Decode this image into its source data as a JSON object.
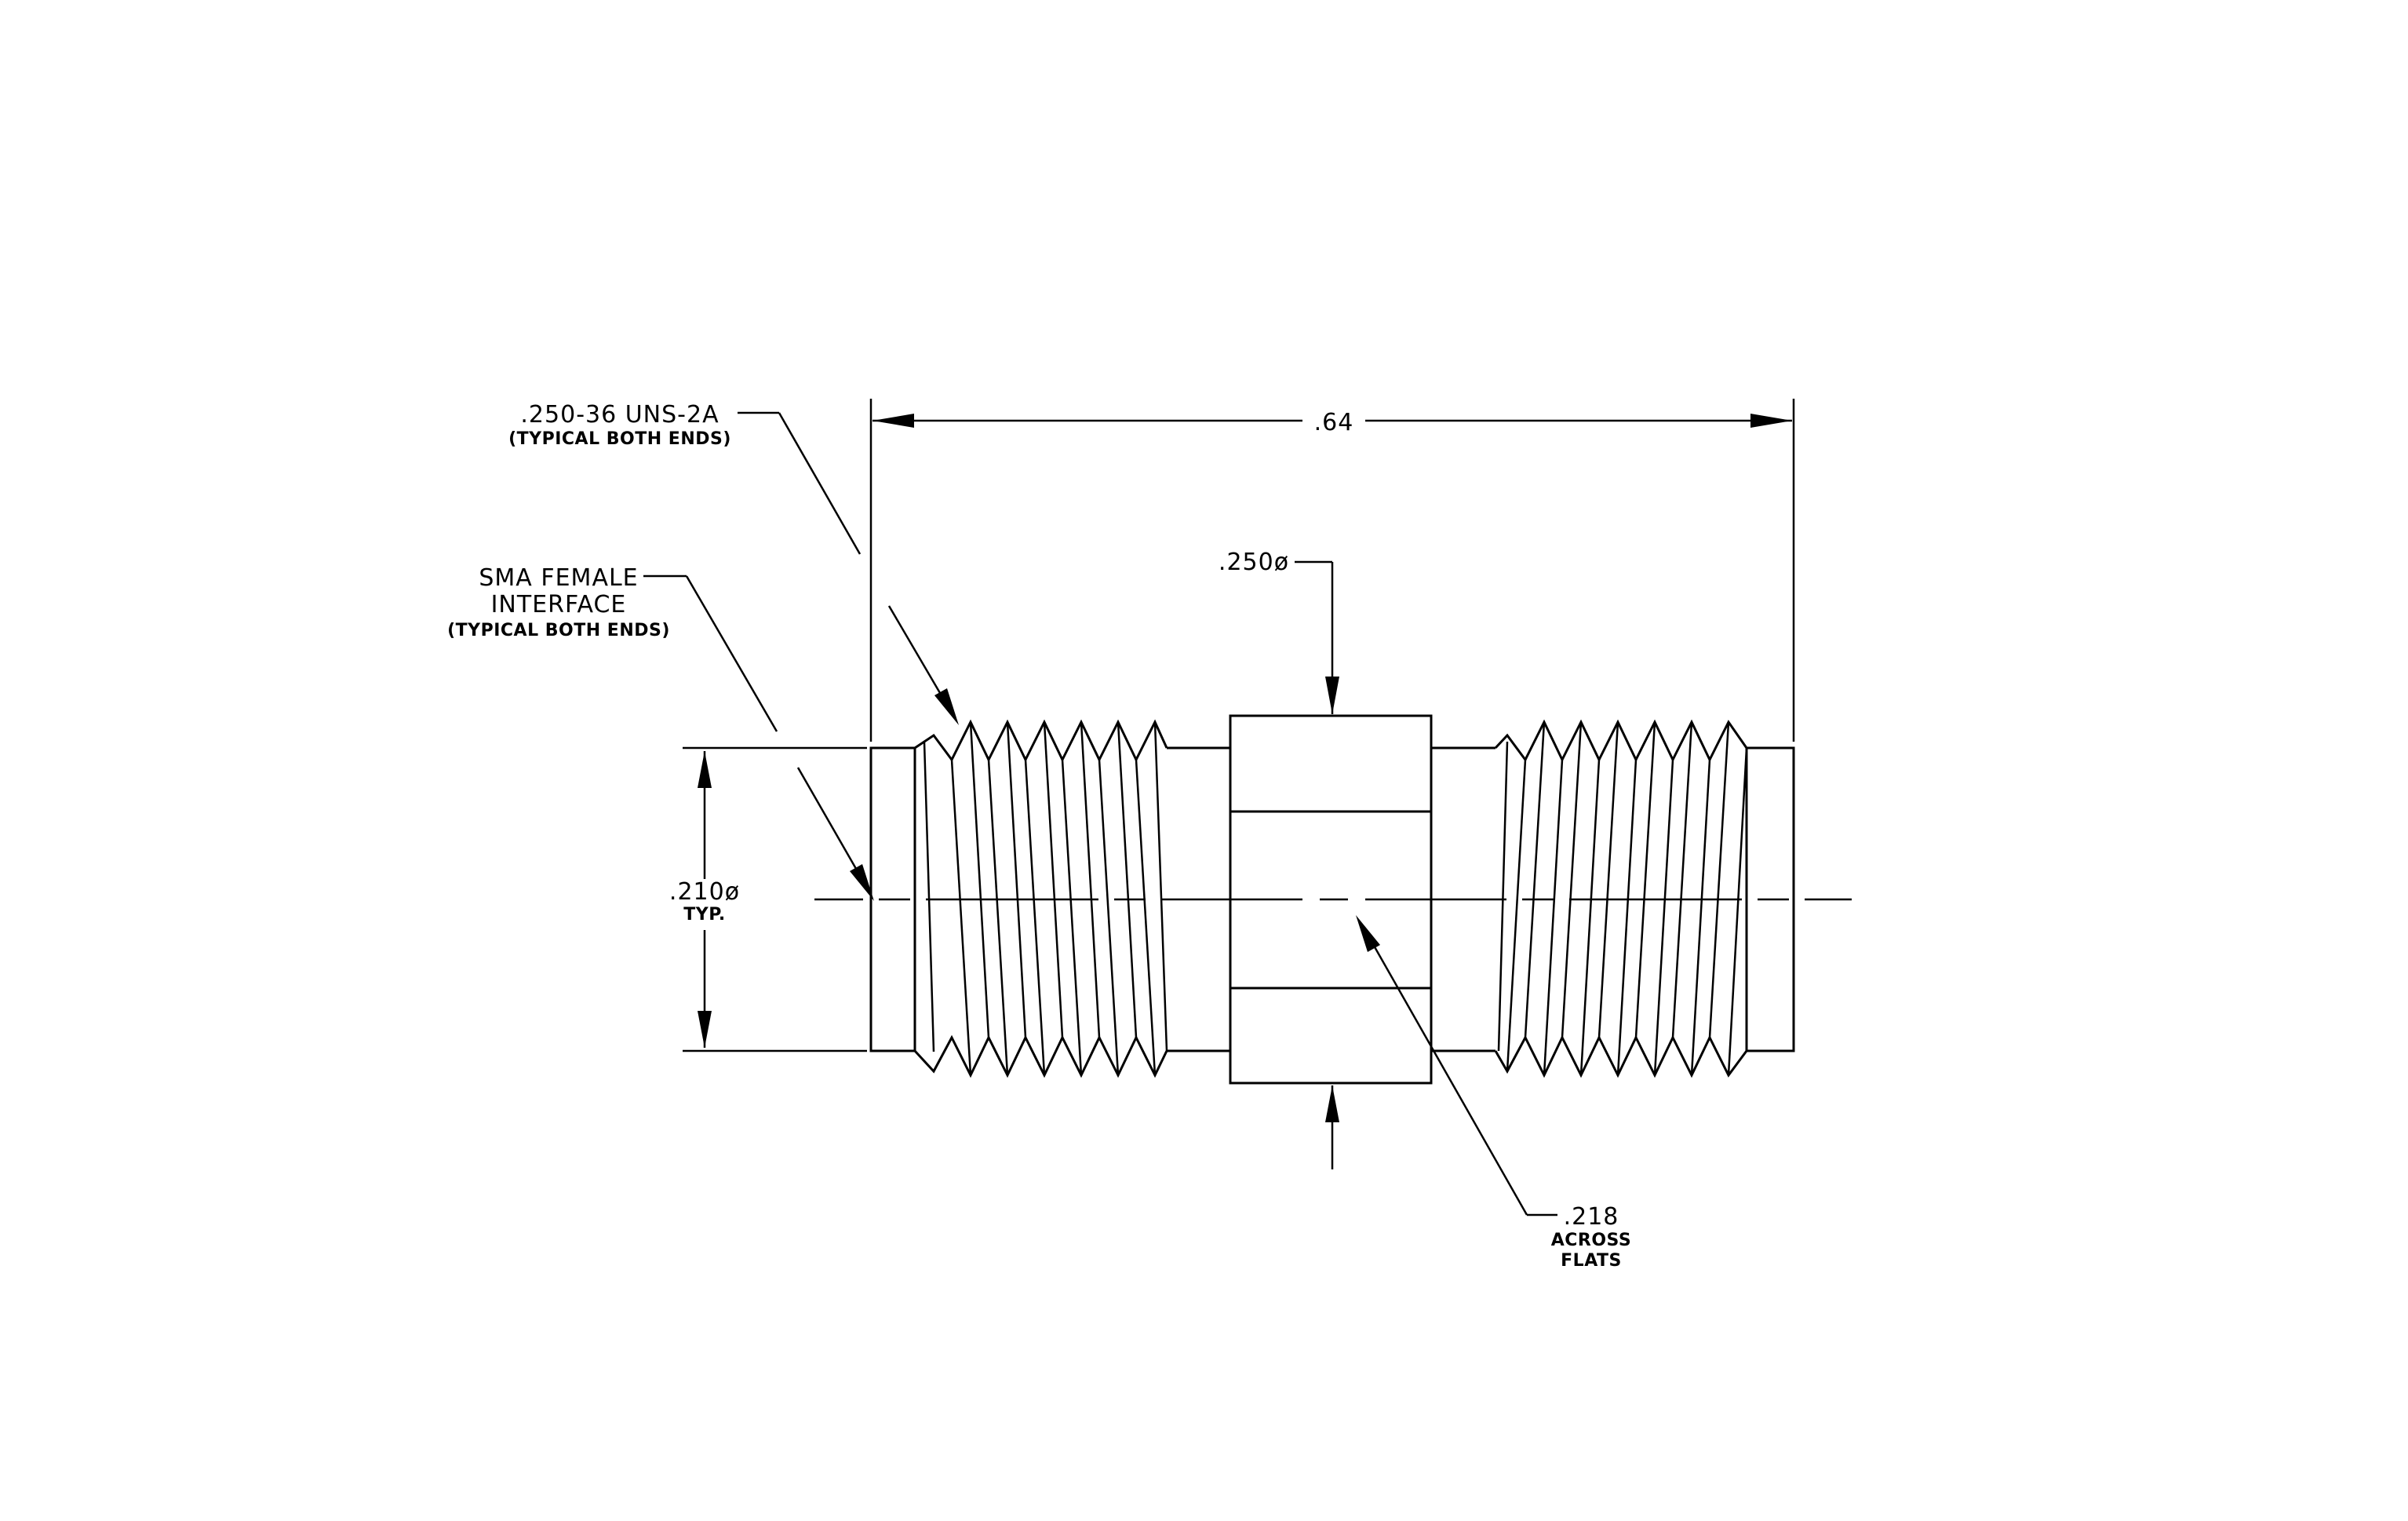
{
  "labels": {
    "thread_spec": ".250-36 UNS-2A",
    "thread_note": "(TYPICAL BOTH ENDS)",
    "interface_line1": "SMA FEMALE",
    "interface_line2": "INTERFACE",
    "interface_note": "(TYPICAL BOTH ENDS)",
    "overall_length": ".64",
    "hex_diameter": ".250ø",
    "bore_diameter": ".210ø",
    "bore_note": "TYP.",
    "flats_value": ".218",
    "flats_line1": "ACROSS",
    "flats_line2": "FLATS"
  },
  "colors": {
    "ink": "#000000",
    "paper": "#ffffff"
  }
}
